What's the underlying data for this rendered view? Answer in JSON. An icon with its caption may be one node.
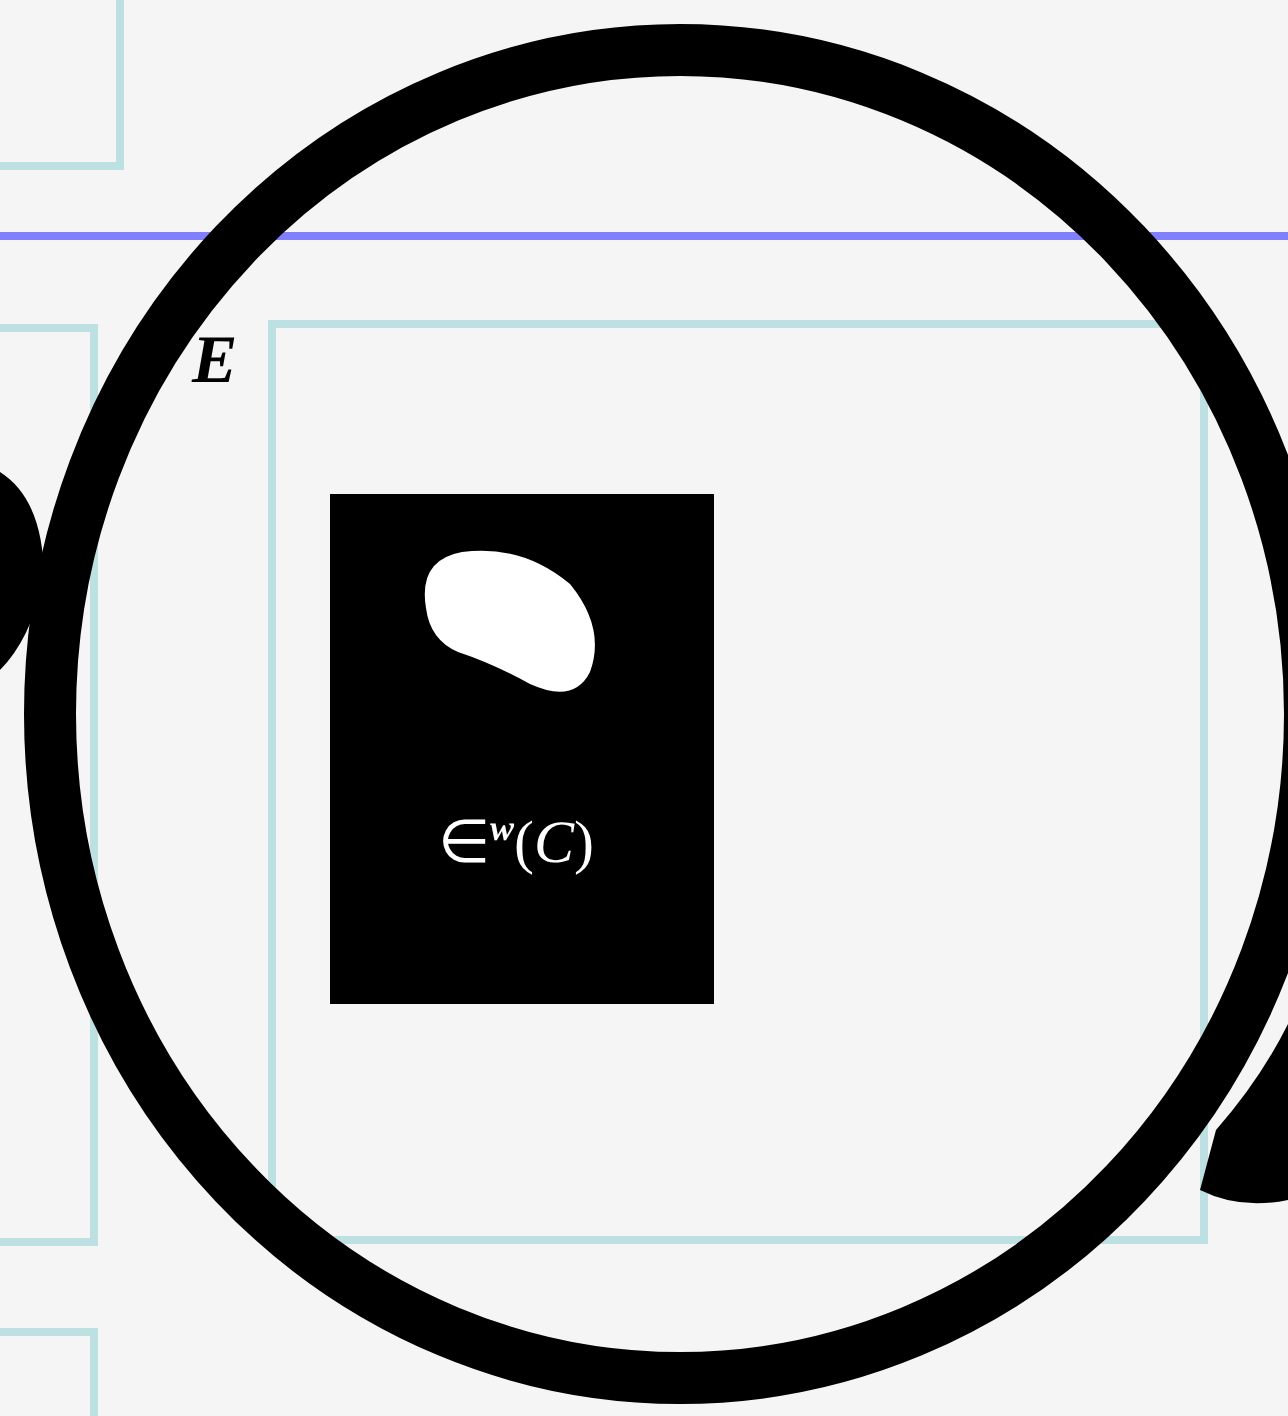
{
  "diagram": {
    "nodes": [
      {
        "text": [],
        "shape": "box"
      },
      {
        "text": [],
        "shape": "box"
      },
      {
        "text": [],
        "shape": "box"
      },
      {
        "text": [
          "E"
        ]
      },
      {
        "text": [
          "∈$^{w}$(*C*)"
        ],
        "in": 3
      }
    ]
  }
}
